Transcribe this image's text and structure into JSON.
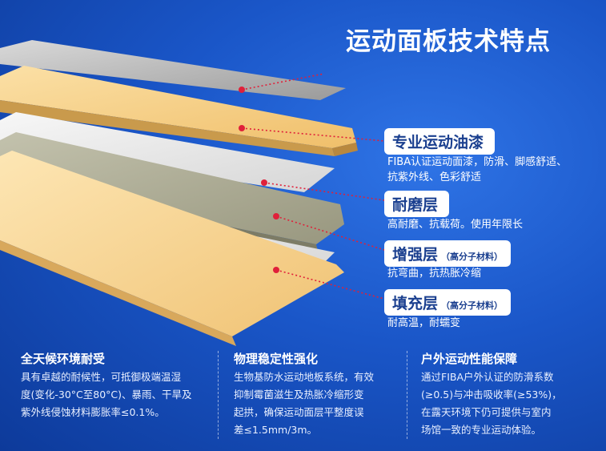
{
  "title": "运动面板技术特点",
  "layers": [
    {
      "label": "专业运动油漆",
      "sub": "",
      "desc": [
        "FIBA认证运动面漆，防滑、脚感舒适、",
        "抗紫外线、色彩舒适"
      ]
    },
    {
      "label": "耐磨层",
      "sub": "",
      "desc": [
        "高耐磨、抗载荷。使用年限长"
      ]
    },
    {
      "label": "增强层",
      "sub": "（高分子材料）",
      "desc": [
        "抗弯曲，抗热胀冷缩"
      ]
    },
    {
      "label": "填充层",
      "sub": "（高分子材料）",
      "desc": [
        "耐高温，耐蠕变"
      ]
    }
  ],
  "features": [
    {
      "title": "全天候环境耐受",
      "lines": [
        "具有卓越的耐候性，可抵御极端温湿",
        "度(变化-30°C至80°C)、暴雨、干旱及",
        "紫外线侵蚀材料膨胀率≤0.1%。"
      ]
    },
    {
      "title": "物理稳定性强化",
      "lines": [
        "生物基防水运动地板系统，有效",
        "抑制霉菌滋生及热胀冷缩形变",
        "起拱，确保运动面层平整度误",
        "差≤1.5mm/3m。"
      ]
    },
    {
      "title": "户外运动性能保障",
      "lines": [
        "通过FIBA户外认证的防滑系数",
        "(≥0.5)与冲击吸收率(≥53%)，",
        "在露天环境下仍可提供与室内",
        "场馆一致的专业运动体验。"
      ]
    }
  ],
  "colors": {
    "accent": "#e0203a",
    "label_text": "#1a3f8f",
    "wood": "#f2c77a",
    "grey": "#a7a693"
  }
}
